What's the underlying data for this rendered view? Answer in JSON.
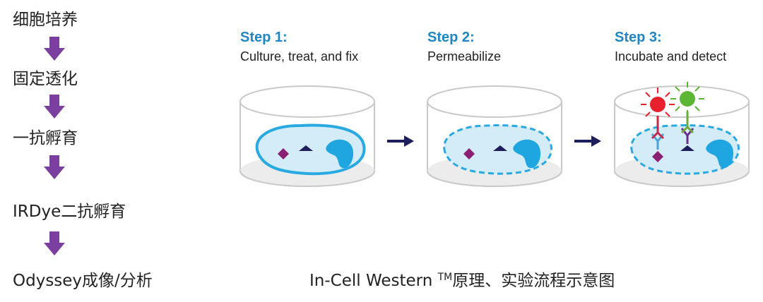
{
  "flow": {
    "steps": [
      "细胞培养",
      "固定透化",
      "一抗孵育",
      "IRDye二抗孵育",
      "Odyssey成像/分析"
    ],
    "arrow_color": "#7b3fa0"
  },
  "diagram": {
    "steps": [
      {
        "heading": "Step 1:",
        "description": "Culture, treat, and fix"
      },
      {
        "heading": "Step 2:",
        "description": "Permeabilize"
      },
      {
        "heading": "Step 3:",
        "description": "Incubate and detect"
      }
    ],
    "colors": {
      "heading": "#1f86c4",
      "cell_outline": "#29a9e1",
      "cell_fill": "#d4ecf7",
      "nucleus": "#1fa6e0",
      "diamond": "#8b1f73",
      "triangle": "#1c1f5c",
      "well_outline": "#c9c9c9",
      "arrow": "#1c1f5c",
      "red_dye": "#e8212e",
      "green_dye": "#5ab634",
      "antibody_red": "#c02a4e",
      "antibody_green": "#6cab3a",
      "antibody_blue": "#4aa3d6",
      "antibody_purple": "#6a2c8f"
    }
  },
  "caption": {
    "main": "In-Cell Western ",
    "tm": "TM",
    "rest": "原理、实验流程示意图"
  }
}
